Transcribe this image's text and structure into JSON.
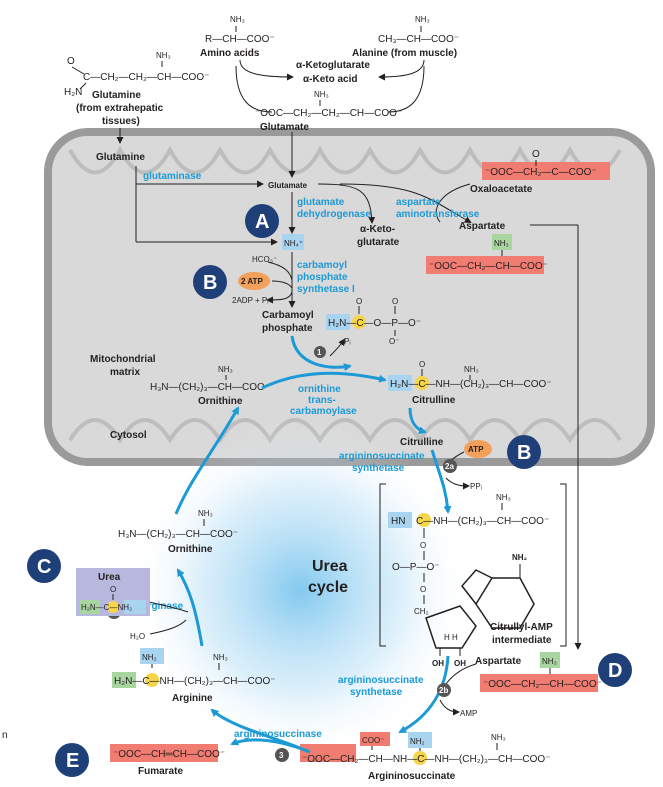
{
  "colors": {
    "matrix": "#d9d9d9",
    "membrane": "#9a9a9a",
    "enzyme": "#1c9ad6",
    "arrow": "#1c9ad6",
    "badge": "#1f3f78",
    "red_box": "#f07c72",
    "blue_box": "#a8d4f0",
    "green_box": "#a9d5a0",
    "atp": "#f2a05a",
    "urea_box": "#b8b8de"
  },
  "badges": {
    "a": "A",
    "b1": "B",
    "b2": "B",
    "c": "C",
    "d": "D",
    "e": "E"
  },
  "steps": {
    "s1": "1",
    "s2a": "2a",
    "s2b": "2b",
    "s3": "3",
    "s4": "4"
  },
  "top": {
    "nh3": "NH₃",
    "amino_formula": "R—CH—COO⁻",
    "amino_acids": "Amino acids",
    "alanine_formula": "CH₃—CH—COO⁻",
    "alanine": "Alanine (from muscle)",
    "alpha_kg": "α-Ketoglutarate",
    "alpha_keto_acid": "α-Keto acid",
    "glutamate_formula": "⁻OOC—CH₂—CH₂—CH—COO⁻",
    "glutamate": "Glutamate",
    "glutamine_formula": "C—CH₂—CH₂—CH—COO⁻",
    "glutamine_o": "O",
    "glutamine_h2n": "H₂N",
    "glutamine_l1": "Glutamine",
    "glutamine_l2": "(from extrahepatic",
    "glutamine_l3": "tissues)"
  },
  "mito": {
    "glutamine": "Glutamine",
    "glutaminase": "glutaminase",
    "glutamate": "Glutamate",
    "gdh_l1": "glutamate",
    "gdh_l2": "dehydrogenase",
    "ast_l1": "aspartate",
    "ast_l2": "aminotransferase",
    "oxaloacetate_formula": "⁻OOC—CH₂—C—COO⁻",
    "oxaloacetate": "Oxaloacetate",
    "oxaloacetate_o": "O",
    "akg_l1": "α-Keto-",
    "akg_l2": "glutarate",
    "aspartate": "Aspartate",
    "aspartate_formula": "⁻OOC—CH₂—CH—COO⁻",
    "nh4": "NH₄⁺",
    "hco3": "HCO₃⁻",
    "atp2": "2 ATP",
    "cps_l1": "carbamoyl",
    "cps_l2": "phosphate",
    "cps_l3": "synthetase I",
    "adp": "2ADP + Pᵢ",
    "carbamoyl_l1": "Carbamoyl",
    "carbamoyl_l2": "phosphate",
    "carbamoyl_formula": "H₂N—C—O—P—O⁻",
    "o": "O",
    "o_minus": "O⁻",
    "pi": "Pᵢ",
    "matrix_l1": "Mitochondrial",
    "matrix_l2": "matrix",
    "ornithine_formula": "H₃N—(CH₂)₃—CH—COO⁻",
    "ornithine": "Ornithine",
    "otc_l1": "ornithine",
    "otc_l2": "trans-",
    "otc_l3": "carbamoylase",
    "citrulline_formula": "H₂N—C—NH—(CH₂)₃—CH—COO⁻",
    "citrulline": "Citrulline"
  },
  "cytosol": {
    "label": "Cytosol",
    "citrulline": "Citrulline",
    "atp": "ATP",
    "ass_l1": "argininosuccinate",
    "ass_l2": "synthetase",
    "ppi": "PPᵢ",
    "hn": "HN",
    "citrullyl_formula": "C—NH—(CH₂)₃—CH—COO⁻",
    "phosphate": "O—P—O⁻",
    "ch2": "CH₂",
    "nh2": "NH₂",
    "oh1": "OH",
    "oh2": "OH",
    "h": "H",
    "citrullyl_l1": "Citrullyl-AMP",
    "citrullyl_l2": "intermediate",
    "aspartate": "Aspartate",
    "aspartate_formula": "⁻OOC—CH₂—CH—COO⁻",
    "amp": "AMP",
    "argsuc_formula": "⁻OOC—CH₂—CH—NH—C—NH—(CH₂)₃—CH—COO⁻",
    "argsuc_coo": "COO⁻",
    "argininosuccinate": "Argininosuccinate",
    "argininosuccinase": "argininosuccinase",
    "fumarate_formula": "⁻OOC—CH═CH—COO⁻",
    "fumarate": "Fumarate",
    "arginine_formula": "H₂N—C—NH—(CH₂)₃—CH—COO⁻",
    "arginine": "Arginine",
    "arginase": "arginase",
    "h2o": "H₂O",
    "urea_title": "Urea",
    "urea_formula": "H₂N—C—NH₂",
    "ornithine_formula": "H₃N—(CH₂)₃—CH—COO⁻",
    "ornithine": "Ornithine",
    "cycle_l1": "Urea",
    "cycle_l2": "cycle",
    "stray": "n"
  }
}
